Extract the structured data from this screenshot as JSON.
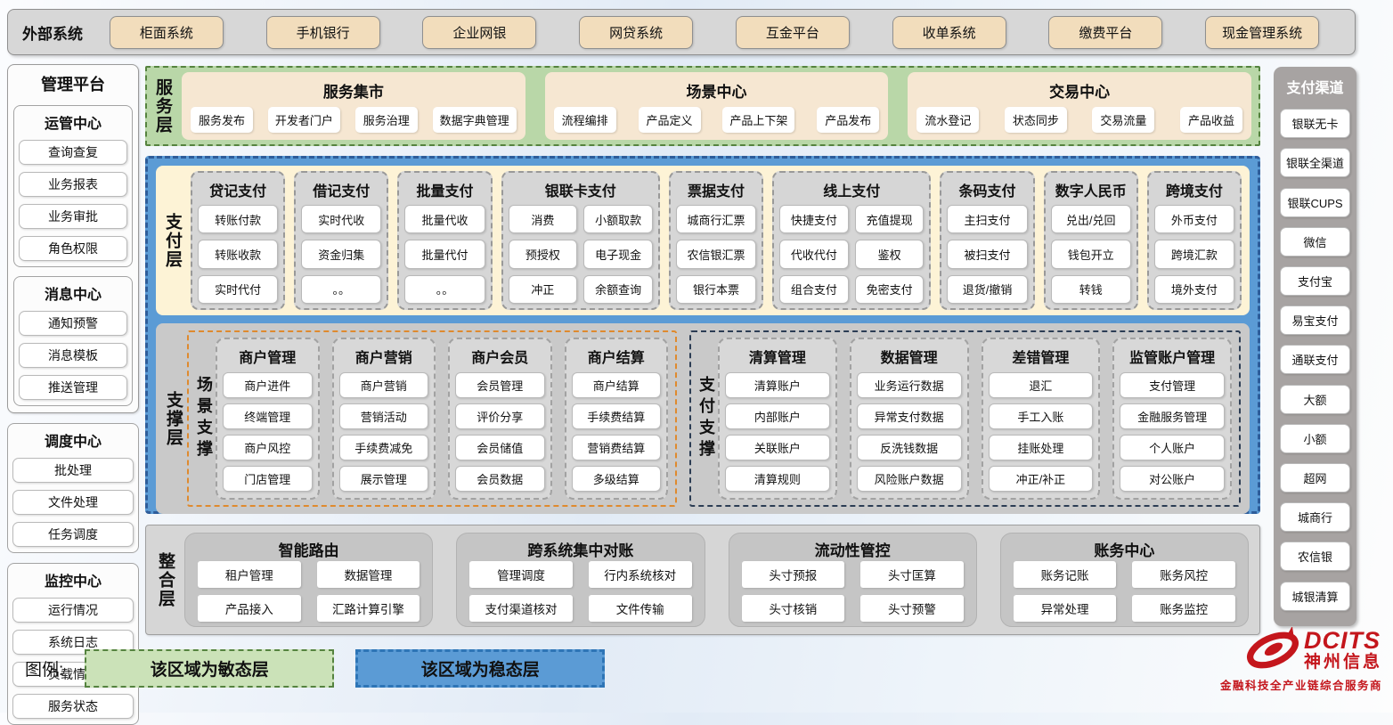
{
  "external_systems": {
    "label": "外部系统",
    "items": [
      "柜面系统",
      "手机银行",
      "企业网银",
      "网贷系统",
      "互金平台",
      "收单系统",
      "缴费平台",
      "现金管理系统"
    ]
  },
  "management_platform": {
    "title": "管理平台",
    "groups": [
      {
        "title": "运管中心",
        "items": [
          "查询查复",
          "业务报表",
          "业务审批",
          "角色权限"
        ]
      },
      {
        "title": "消息中心",
        "items": [
          "通知预警",
          "消息模板",
          "推送管理"
        ]
      },
      {
        "title": "调度中心",
        "items": [
          "批处理",
          "文件处理",
          "任务调度"
        ]
      },
      {
        "title": "监控中心",
        "items": [
          "运行情况",
          "系统日志",
          "负载情况",
          "服务状态"
        ]
      }
    ]
  },
  "service_layer": {
    "label": "服务层",
    "groups": [
      {
        "title": "服务集市",
        "items": [
          "服务发布",
          "开发者门户",
          "服务治理",
          "数据字典管理"
        ]
      },
      {
        "title": "场景中心",
        "items": [
          "流程编排",
          "产品定义",
          "产品上下架",
          "产品发布"
        ]
      },
      {
        "title": "交易中心",
        "items": [
          "流水登记",
          "状态同步",
          "交易流量",
          "产品收益"
        ]
      }
    ]
  },
  "payment_layer": {
    "label": "支付层",
    "columns": [
      {
        "title": "贷记支付",
        "cols": 1,
        "items": [
          "转账付款",
          "转账收款",
          "实时代付"
        ]
      },
      {
        "title": "借记支付",
        "cols": 1,
        "items": [
          "实时代收",
          "资金归集",
          "。。"
        ]
      },
      {
        "title": "批量支付",
        "cols": 1,
        "items": [
          "批量代收",
          "批量代付",
          "。。"
        ]
      },
      {
        "title": "银联卡支付",
        "cols": 2,
        "items": [
          "消费",
          "小额取款",
          "预授权",
          "电子现金",
          "冲正",
          "余额查询"
        ]
      },
      {
        "title": "票据支付",
        "cols": 1,
        "items": [
          "城商行汇票",
          "农信银汇票",
          "银行本票"
        ]
      },
      {
        "title": "线上支付",
        "cols": 2,
        "items": [
          "快捷支付",
          "充值提现",
          "代收代付",
          "鉴权",
          "组合支付",
          "免密支付"
        ]
      },
      {
        "title": "条码支付",
        "cols": 1,
        "items": [
          "主扫支付",
          "被扫支付",
          "退货/撤销"
        ]
      },
      {
        "title": "数字人民币",
        "cols": 1,
        "items": [
          "兑出/兑回",
          "钱包开立",
          "转钱"
        ]
      },
      {
        "title": "跨境支付",
        "cols": 1,
        "items": [
          "外币支付",
          "跨境汇款",
          "境外支付"
        ]
      }
    ]
  },
  "support_layer": {
    "label": "支撑层",
    "sections": [
      {
        "label": "场景支撑",
        "border": "orange",
        "columns": [
          {
            "title": "商户管理",
            "items": [
              "商户进件",
              "终端管理",
              "商户风控",
              "门店管理"
            ]
          },
          {
            "title": "商户营销",
            "items": [
              "商户营销",
              "营销活动",
              "手续费减免",
              "展示管理"
            ]
          },
          {
            "title": "商户会员",
            "items": [
              "会员管理",
              "评价分享",
              "会员储值",
              "会员数据"
            ]
          },
          {
            "title": "商户结算",
            "items": [
              "商户结算",
              "手续费结算",
              "营销费结算",
              "多级结算"
            ]
          }
        ]
      },
      {
        "label": "支付支撑",
        "border": "dark",
        "columns": [
          {
            "title": "清算管理",
            "items": [
              "清算账户",
              "内部账户",
              "关联账户",
              "清算规则"
            ]
          },
          {
            "title": "数据管理",
            "items": [
              "业务运行数据",
              "异常支付数据",
              "反洗钱数据",
              "风险账户数据"
            ]
          },
          {
            "title": "差错管理",
            "items": [
              "退汇",
              "手工入账",
              "挂账处理",
              "冲正/补正"
            ]
          },
          {
            "title": "监管账户管理",
            "items": [
              "支付管理",
              "金融服务管理",
              "个人账户",
              "对公账户"
            ]
          }
        ]
      }
    ]
  },
  "integration_layer": {
    "label": "整合层",
    "groups": [
      {
        "title": "智能路由",
        "items": [
          "租户管理",
          "数据管理",
          "产品接入",
          "汇路计算引擎"
        ]
      },
      {
        "title": "跨系统集中对账",
        "items": [
          "管理调度",
          "行内系统核对",
          "支付渠道核对",
          "文件传输"
        ]
      },
      {
        "title": "流动性管控",
        "items": [
          "头寸预报",
          "头寸匡算",
          "头寸核销",
          "头寸预警"
        ]
      },
      {
        "title": "账务中心",
        "items": [
          "账务记账",
          "账务风控",
          "异常处理",
          "账务监控"
        ]
      }
    ]
  },
  "payment_channels": {
    "title": "支付渠道",
    "items": [
      "银联无卡",
      "银联全渠道",
      "银联CUPS",
      "微信",
      "支付宝",
      "易宝支付",
      "通联支付",
      "大额",
      "小额",
      "超网",
      "城商行",
      "农信银",
      "城银清算"
    ]
  },
  "legend": {
    "label": "图例:",
    "agile": "该区域为敏态层",
    "stable": "该区域为稳态层"
  },
  "logo": {
    "brand": "DCITS",
    "name": "神州信息",
    "tagline": "金融科技全产业链综合服务商"
  },
  "colors": {
    "agile_green": "#b9d7a8",
    "agile_border": "#55833f",
    "stable_blue": "#5b9bd5",
    "stable_border": "#2e5d9a",
    "payment_cream": "#fdf3d6",
    "panel_tan": "#f2ddbc",
    "group_gray": "#d6d6d6",
    "support_gray": "#c9c9c9",
    "channel_gray": "#a7a3a2",
    "scene_dash_orange": "#df8a2e",
    "payment_dash_dark": "#2c3d54",
    "logo_red": "#c4161c"
  }
}
